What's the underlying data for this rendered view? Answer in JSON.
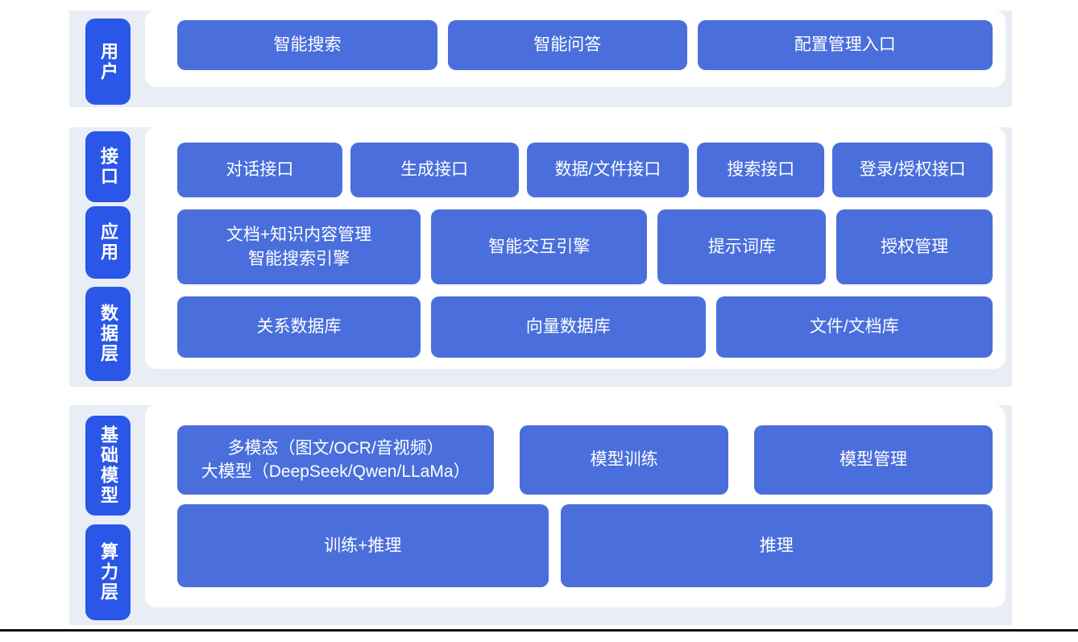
{
  "colors": {
    "page_bg": "#ffffff",
    "band_bg": "#e9eef6",
    "layer_label_bg": "#2a57e8",
    "node_bg": "#4a6fdc",
    "node_text": "#ffffff",
    "bottom_line": "#0b0b15"
  },
  "sections": [
    {
      "labels": [
        "用户"
      ],
      "rows": [
        [
          "智能搜索",
          "智能问答",
          "配置管理入口"
        ]
      ]
    },
    {
      "labels": [
        "接口",
        "应用",
        "数据层"
      ],
      "rows": [
        [
          "对话接口",
          "生成接口",
          "数据/文件接口",
          "搜索接口",
          "登录/授权接口"
        ],
        [
          "文档+知识内容管理\n智能搜索引擎",
          "智能交互引擎",
          "提示词库",
          "授权管理"
        ],
        [
          "关系数据库",
          "向量数据库",
          "文件/文档库"
        ]
      ]
    },
    {
      "labels": [
        "基础模型",
        "算力层"
      ],
      "rows": [
        [
          "多模态（图文/OCR/音视频）\n大模型（DeepSeek/Qwen/LLaMa）",
          "模型训练",
          "模型管理"
        ],
        [
          "训练+推理",
          "推理"
        ]
      ]
    }
  ]
}
